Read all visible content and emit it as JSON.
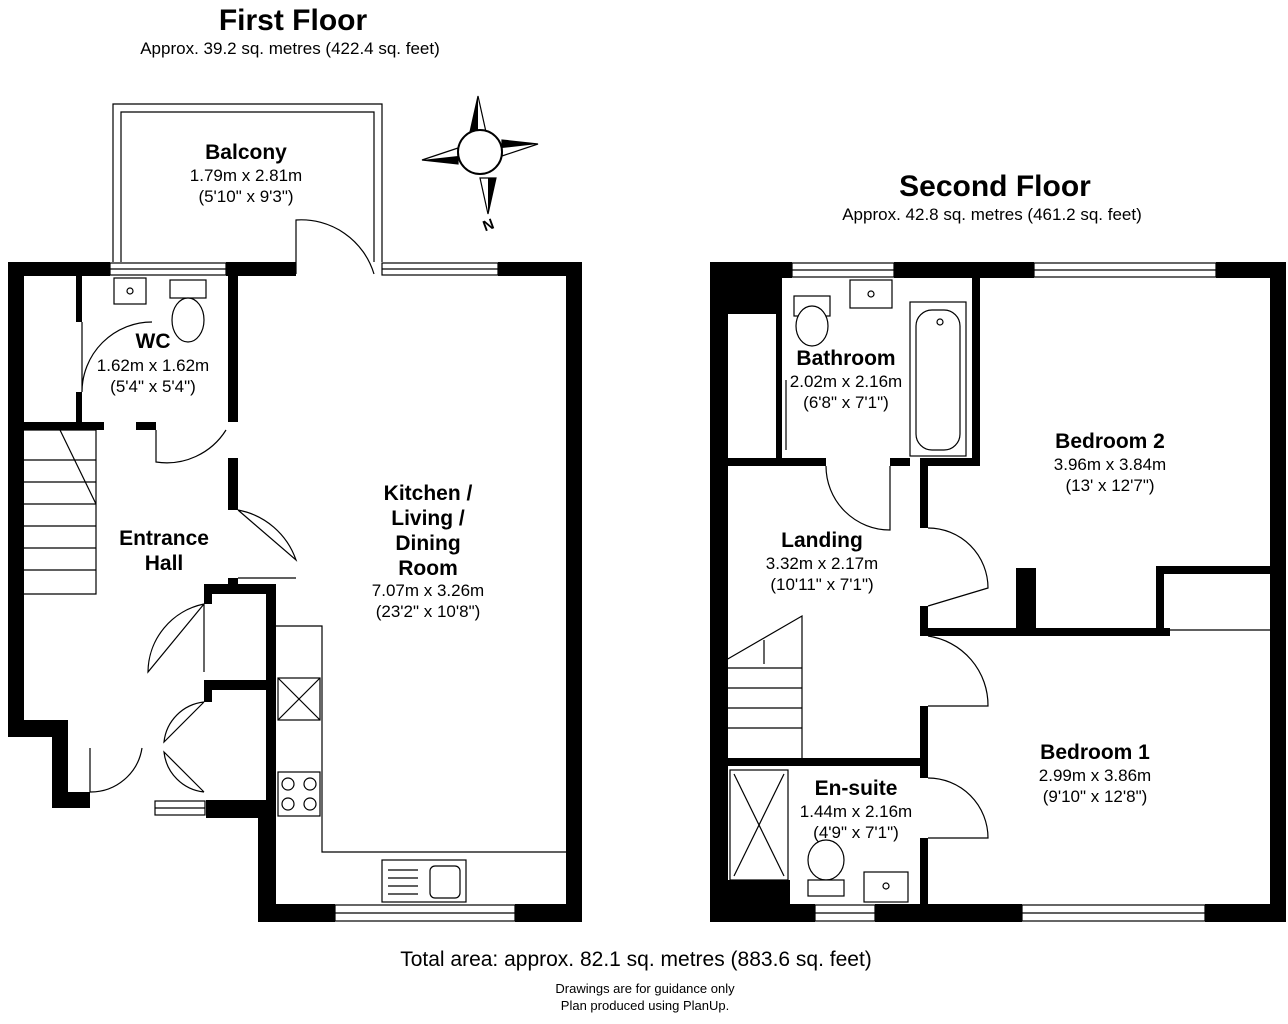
{
  "first_floor": {
    "title": "First Floor",
    "area": "Approx. 39.2 sq. metres (422.4 sq. feet)",
    "rooms": {
      "balcony": {
        "name": "Balcony",
        "metric": "1.79m x 2.81m",
        "imperial": "(5'10\" x 9'3\")"
      },
      "wc": {
        "name": "WC",
        "metric": "1.62m x 1.62m",
        "imperial": "(5'4\" x 5'4\")"
      },
      "entrance_hall": {
        "name_line1": "Entrance",
        "name_line2": "Hall"
      },
      "kitchen": {
        "name_line1": "Kitchen /",
        "name_line2": "Living /",
        "name_line3": "Dining",
        "name_line4": "Room",
        "metric": "7.07m x 3.26m",
        "imperial": "(23'2\" x 10'8\")"
      }
    }
  },
  "second_floor": {
    "title": "Second Floor",
    "area": "Approx. 42.8 sq. metres (461.2 sq. feet)",
    "rooms": {
      "bathroom": {
        "name": "Bathroom",
        "metric": "2.02m x 2.16m",
        "imperial": "(6'8\" x 7'1\")"
      },
      "bedroom2": {
        "name": "Bedroom 2",
        "metric": "3.96m x 3.84m",
        "imperial": "(13' x 12'7\")"
      },
      "landing": {
        "name": "Landing",
        "metric": "3.32m x 2.17m",
        "imperial": "(10'11\" x 7'1\")"
      },
      "bedroom1": {
        "name": "Bedroom 1",
        "metric": "2.99m x 3.86m",
        "imperial": "(9'10\" x 12'8\")"
      },
      "ensuite": {
        "name": "En-suite",
        "metric": "1.44m x 2.16m",
        "imperial": "(4'9\" x 7'1\")"
      }
    }
  },
  "compass": {
    "north_label": "N",
    "icon": "compass-rose-icon"
  },
  "footer": {
    "total": "Total area: approx. 82.1 sq. metres (883.6 sq. feet)",
    "disclaimer": "Drawings are for guidance only",
    "credit": "Plan produced using PlanUp."
  }
}
